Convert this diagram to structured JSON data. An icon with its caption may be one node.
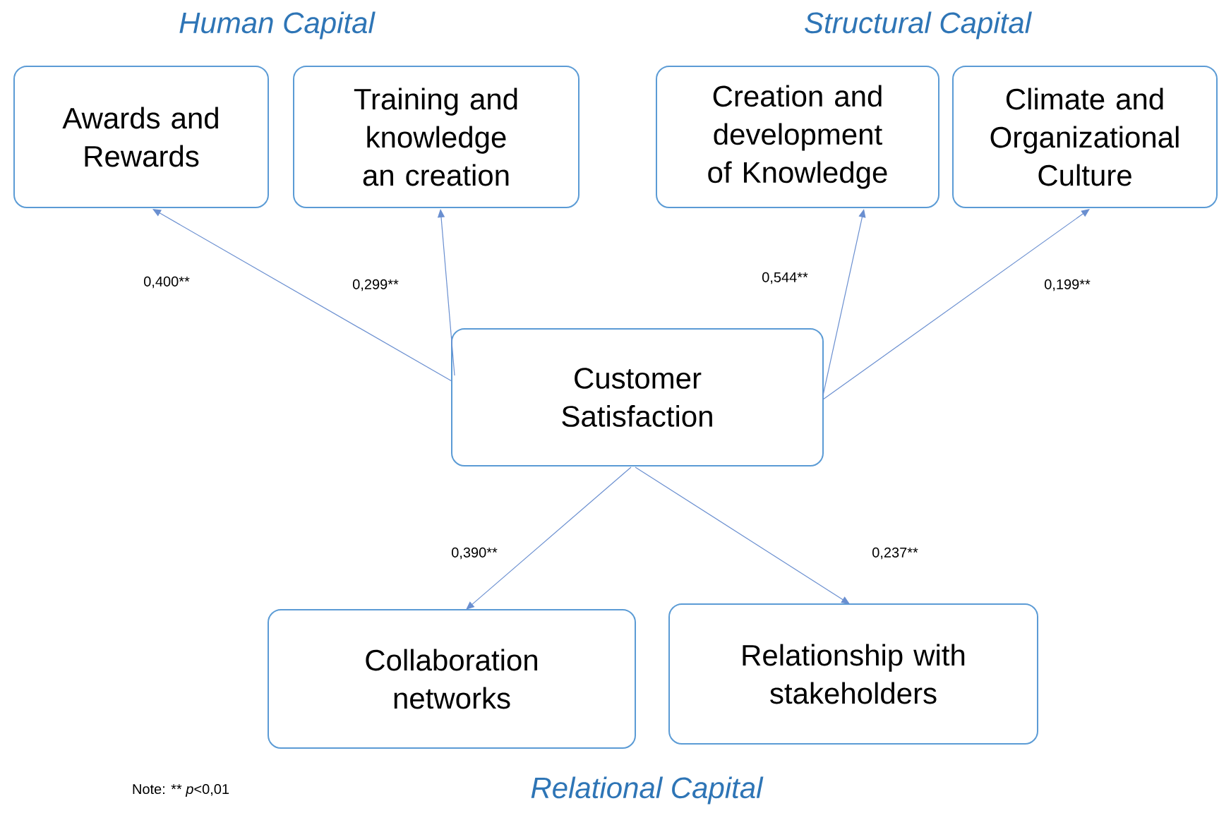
{
  "diagram": {
    "nodes": [
      {
        "text": [
          "Awards and Rewards"
        ]
      },
      {
        "text": [
          "Training and knowledge an creation"
        ]
      },
      {
        "text": [
          "Creation and development of Knowledge"
        ]
      },
      {
        "text": [
          "Climate and Organizational Culture"
        ]
      },
      {
        "text": [
          "Customer Satisfaction"
        ]
      },
      {
        "text": [
          "Collaboration networks"
        ]
      },
      {
        "text": [
          "Relationship with stakeholders"
        ]
      }
    ],
    "edges": [
      {
        "from": 4,
        "to": 0,
        "arrow": "to",
        "label": "0,400**"
      },
      {
        "from": 4,
        "to": 1,
        "arrow": "to",
        "label": "0,299**"
      },
      {
        "from": 4,
        "to": 2,
        "arrow": "to",
        "label": "0,544**"
      },
      {
        "from": 4,
        "to": 3,
        "arrow": "to",
        "label": "0,199**"
      },
      {
        "from": 4,
        "to": 5,
        "arrow": "to",
        "label": "0,390**"
      },
      {
        "from": 4,
        "to": 6,
        "arrow": "to",
        "label": "0,237**"
      }
    ],
    "labels": [
      "Human Capital",
      "Structural Capital",
      "Note: ** *p*<0,01",
      "Relational Capital"
    ]
  }
}
